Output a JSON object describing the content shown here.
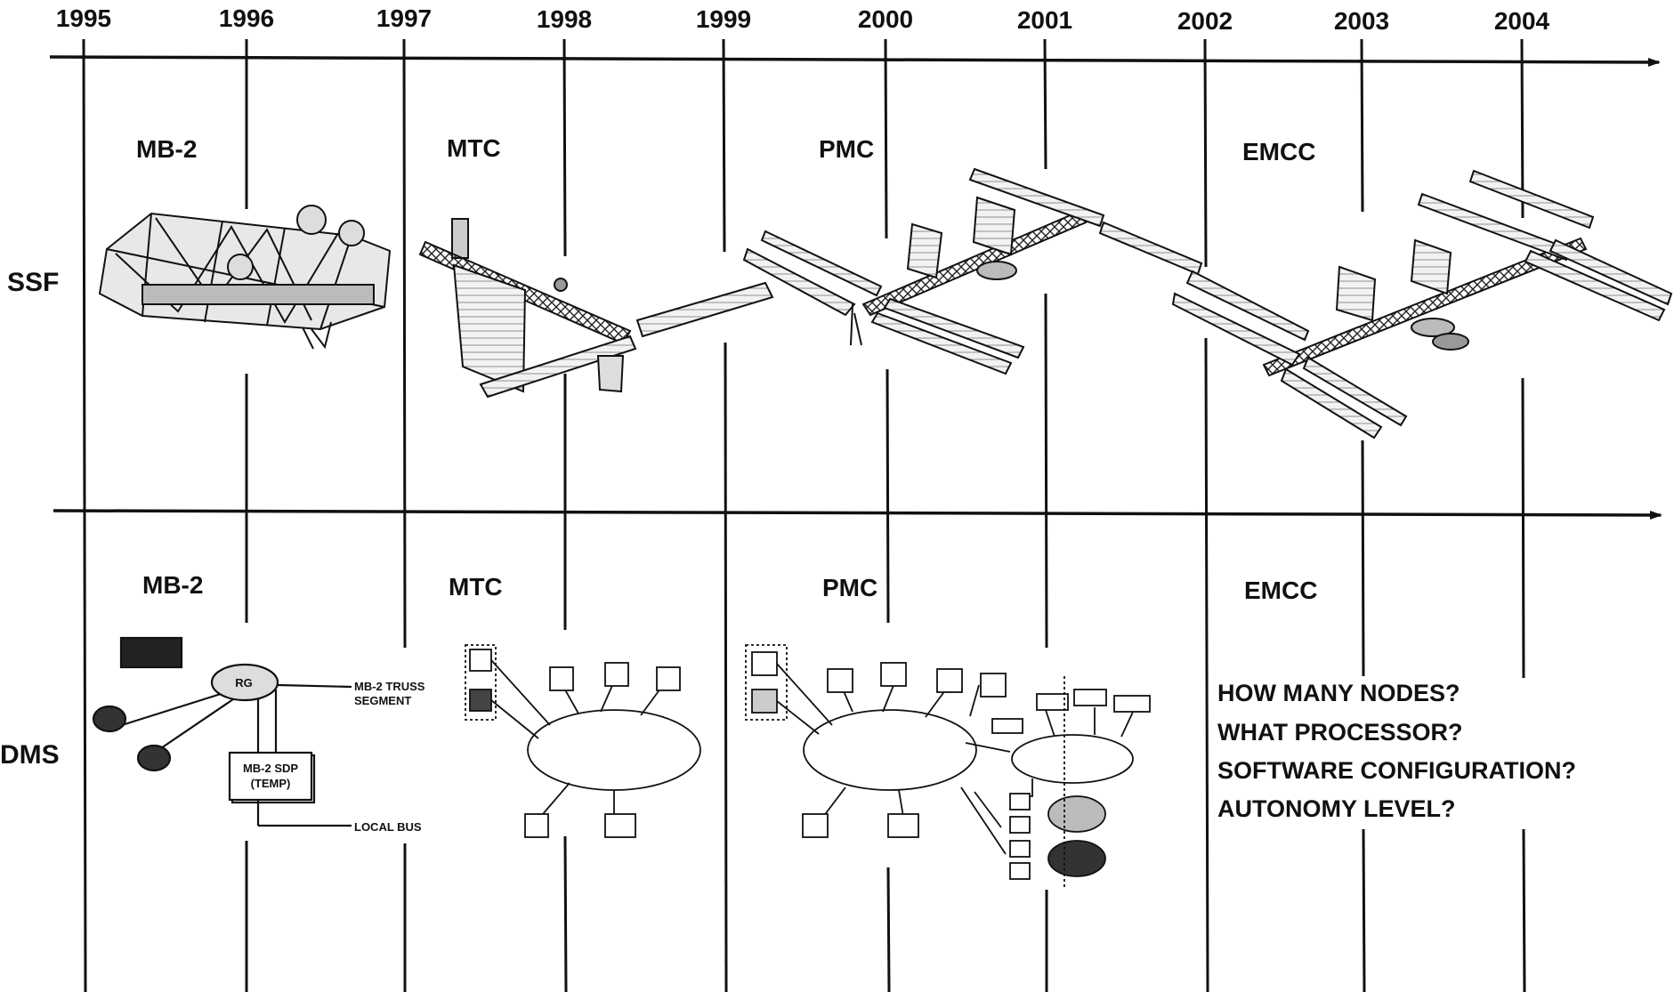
{
  "years": [
    "1995",
    "1996",
    "1997",
    "1998",
    "1999",
    "2000",
    "2001",
    "2002",
    "2003",
    "2004"
  ],
  "rows": {
    "top": "SSF",
    "bottom": "DMS"
  },
  "ssf_phases": [
    "MB-2",
    "MTC",
    "PMC",
    "EMCC"
  ],
  "dms_phases": [
    "MB-2",
    "MTC",
    "PMC",
    "EMCC"
  ],
  "mb2_labels": {
    "truss_line1": "MB-2 TRUSS",
    "truss_line2": "SEGMENT",
    "sdp_line1": "MB-2 SDP",
    "sdp_line2": "(TEMP)",
    "local_bus": "LOCAL BUS",
    "hub": "RG"
  },
  "questions": [
    "HOW MANY NODES?",
    "WHAT PROCESSOR?",
    "SOFTWARE CONFIGURATION?",
    "AUTONOMY LEVEL?"
  ],
  "colors": {
    "ink": "#111111",
    "paper": "#ffffff",
    "grey": "#555555"
  }
}
